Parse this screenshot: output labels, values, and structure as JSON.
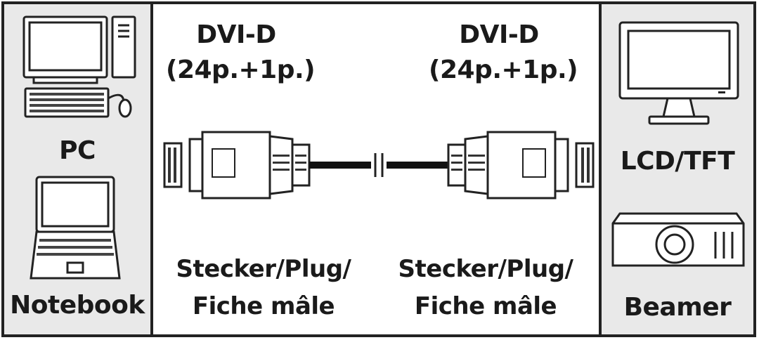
{
  "left_panel": {
    "pc_label": "PC",
    "notebook_label": "Notebook"
  },
  "center_panel": {
    "left_connector": {
      "type_label": "DVI-D",
      "pins_label": "(24p.+1p.)",
      "gender_line1": "Stecker/Plug/",
      "gender_line2": "Fiche mâle"
    },
    "right_connector": {
      "type_label": "DVI-D",
      "pins_label": "(24p.+1p.)",
      "gender_line1": "Stecker/Plug/",
      "gender_line2": "Fiche mâle"
    }
  },
  "right_panel": {
    "monitor_label": "LCD/TFT",
    "projector_label": "Beamer"
  },
  "icons": [
    "desktop-pc-icon",
    "notebook-icon",
    "dvi-plug-icon",
    "cable-icon",
    "monitor-icon",
    "projector-icon"
  ]
}
